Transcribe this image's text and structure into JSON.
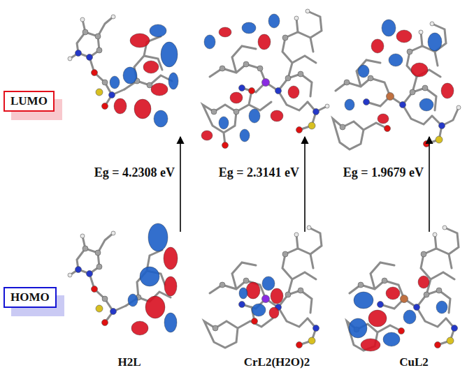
{
  "diagram": {
    "nodes": [
      {
        "text": [
          "LUMO"
        ]
      },
      {
        "text": [
          "HOMO"
        ]
      }
    ],
    "labels": [
      "Eg = 4.2308 eV",
      "Eg = 2.3141 eV",
      "Eg = 1.9679 eV",
      "H2L",
      "CrL2(H2O)2",
      "CuL2"
    ]
  }
}
